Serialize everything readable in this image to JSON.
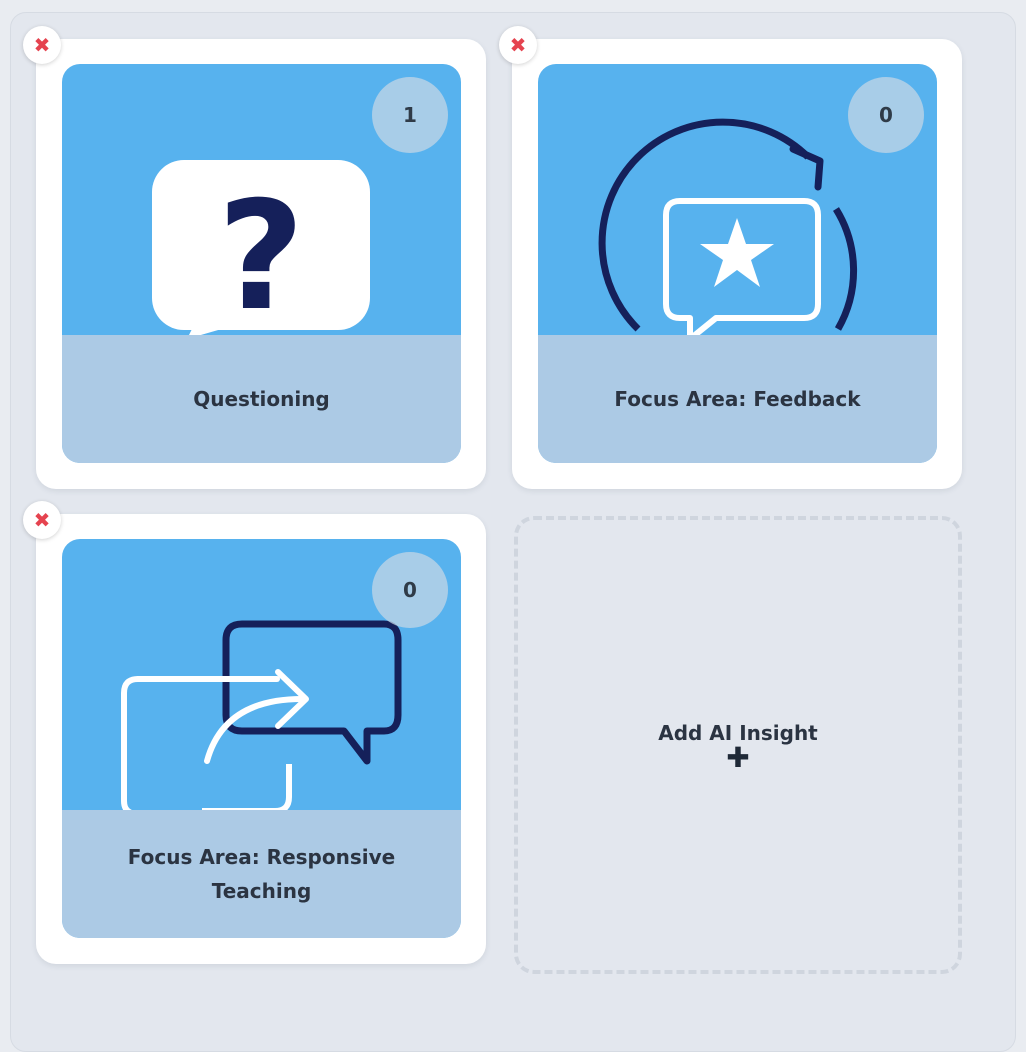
{
  "cards": [
    {
      "label": "Questioning",
      "count": "1",
      "remove_glyph": "✖",
      "icon": "question-bubble-icon"
    },
    {
      "label": "Focus Area: Feedback",
      "count": "0",
      "remove_glyph": "✖",
      "icon": "feedback-star-icon"
    },
    {
      "label": "Focus Area: Responsive Teaching",
      "count": "0",
      "remove_glyph": "✖",
      "icon": "responsive-chat-icon"
    }
  ],
  "add_insight": {
    "label": "Add AI Insight",
    "plus_glyph": "✚"
  },
  "colors": {
    "tile_blue": "#57b2ee",
    "navy": "#15205a",
    "remove_red": "#e5434f",
    "caption_bg": "#aecae4"
  }
}
